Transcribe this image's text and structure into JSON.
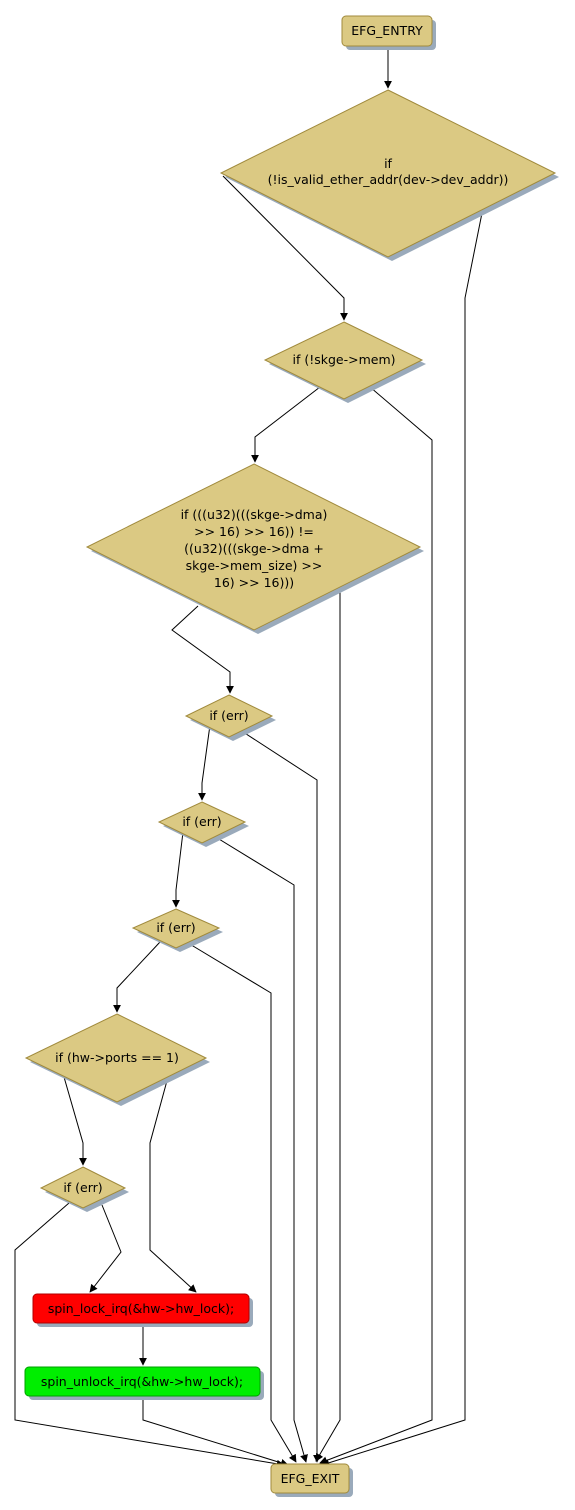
{
  "nodes": {
    "entry": "EFG_ENTRY",
    "d1": [
      "if",
      "(!is_valid_ether_addr(dev->dev_addr))"
    ],
    "d2": [
      "if (!skge->mem)"
    ],
    "d3": [
      "if (((u32)(((skge->dma)",
      ">> 16) >> 16)) !=",
      "((u32)(((skge->dma +",
      "skge->mem_size) >>",
      "16) >> 16)))"
    ],
    "d4": [
      "if (err)"
    ],
    "d5": [
      "if (err)"
    ],
    "d6": [
      "if (err)"
    ],
    "d7": [
      "if (hw->ports == 1)"
    ],
    "d8": [
      "if (err)"
    ],
    "lock": "spin_lock_irq(&hw->hw_lock);",
    "unlock": "spin_unlock_irq(&hw->hw_lock);",
    "exit": "EFG_EXIT"
  },
  "colors": {
    "node_fill": "#dbc983",
    "node_stroke": "#a08a3c",
    "shadow": "#9aaabb",
    "lock_fill": "#ff0000",
    "unlock_fill": "#00ee00"
  }
}
